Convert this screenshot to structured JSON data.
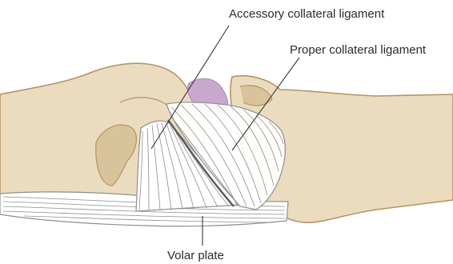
{
  "labels": {
    "accessory": "Accessory collateral ligament",
    "proper": "Proper collateral ligament",
    "volar": "Volar plate"
  },
  "colors": {
    "bone_fill": "#ecdcbf",
    "bone_shade": "#d9c39b",
    "bone_outline": "#b49366",
    "ligament_fill": "#ffffff",
    "ligament_line": "#8e8e8e",
    "ligament_dark": "#5a5a5a",
    "cartilage": "#c9a7cf",
    "leader_line": "#3a3a3a",
    "text": "#2b2b2b"
  }
}
